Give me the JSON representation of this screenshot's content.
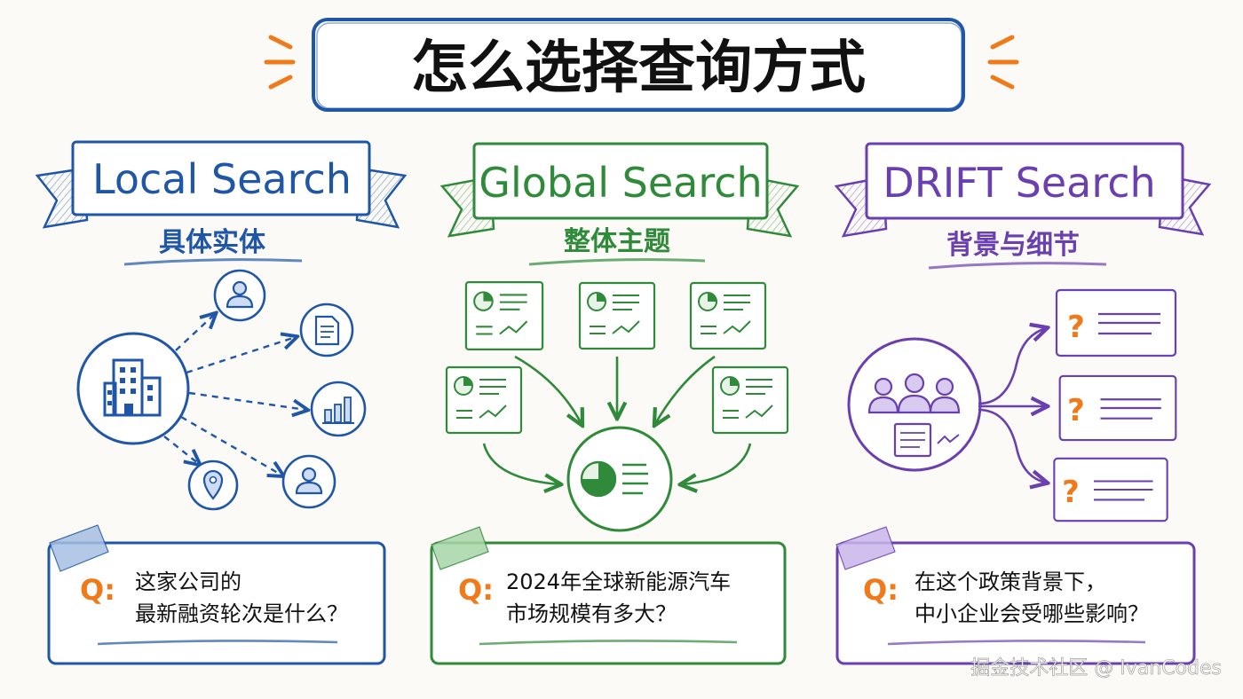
{
  "title": "怎么选择查询方式",
  "colors": {
    "blue": "#1f56a8",
    "green": "#2f8a3a",
    "purple": "#6a3fb0",
    "orange": "#f07a1a",
    "ink": "#111111"
  },
  "columns": [
    {
      "name": "Local Search",
      "subtitle": "具体实体",
      "icons": [
        "building-icon",
        "user-icon",
        "document-icon",
        "bar-chart-icon",
        "user-icon",
        "location-pin-icon"
      ],
      "q_prefix": "Q:",
      "question_line1": "这家公司的",
      "question_line2": "最新融资轮次是什么？"
    },
    {
      "name": "Global Search",
      "subtitle": "整体主题",
      "icons": [
        "report-card-icon",
        "pie-chart-icon"
      ],
      "q_prefix": "Q:",
      "question_line1": "2024年全球新能源汽车",
      "question_line2": "市场规模有多大？"
    },
    {
      "name": "DRIFT Search",
      "subtitle": "背景与细节",
      "icons": [
        "group-icon",
        "question-card-icon"
      ],
      "q_prefix": "Q:",
      "question_line1": "在这个政策背景下，",
      "question_line2": "中小企业会受哪些影响？"
    }
  ],
  "question_mark": "?",
  "watermark": "掘金技术社区 @ IvanCodes"
}
